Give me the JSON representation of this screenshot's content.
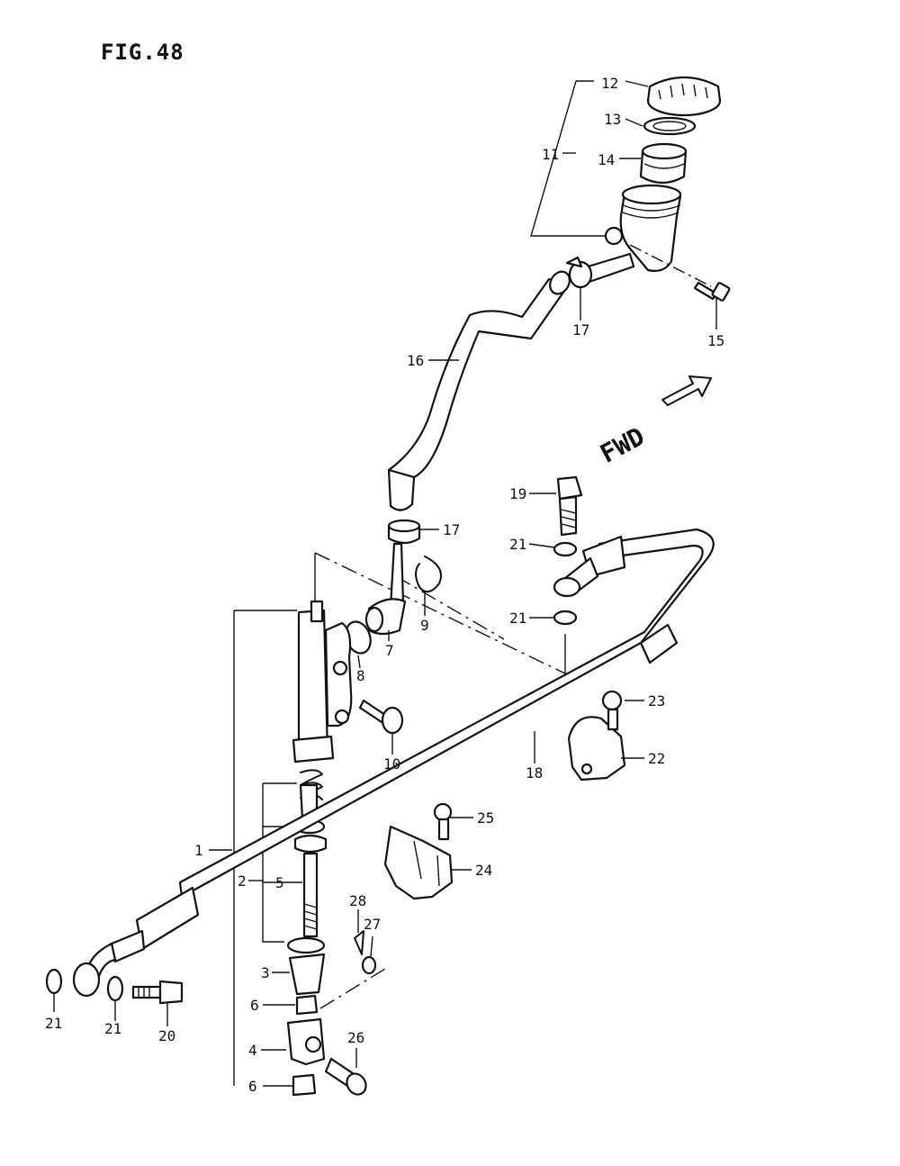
{
  "figure": {
    "title": "FIG.48"
  },
  "direction": {
    "label": "FWD"
  },
  "callouts": {
    "c1": "1",
    "c2": "2",
    "c3": "3",
    "c4": "4",
    "c5": "5",
    "c6a": "6",
    "c6b": "6",
    "c7": "7",
    "c8": "8",
    "c9": "9",
    "c10": "10",
    "c11": "11",
    "c12": "12",
    "c13": "13",
    "c14": "14",
    "c15": "15",
    "c16": "16",
    "c17a": "17",
    "c17b": "17",
    "c18": "18",
    "c19": "19",
    "c20": "20",
    "c21a": "21",
    "c21b": "21",
    "c21c": "21",
    "c21d": "21",
    "c22": "22",
    "c23": "23",
    "c24": "24",
    "c25": "25",
    "c26": "26",
    "c27": "27",
    "c28": "28"
  }
}
